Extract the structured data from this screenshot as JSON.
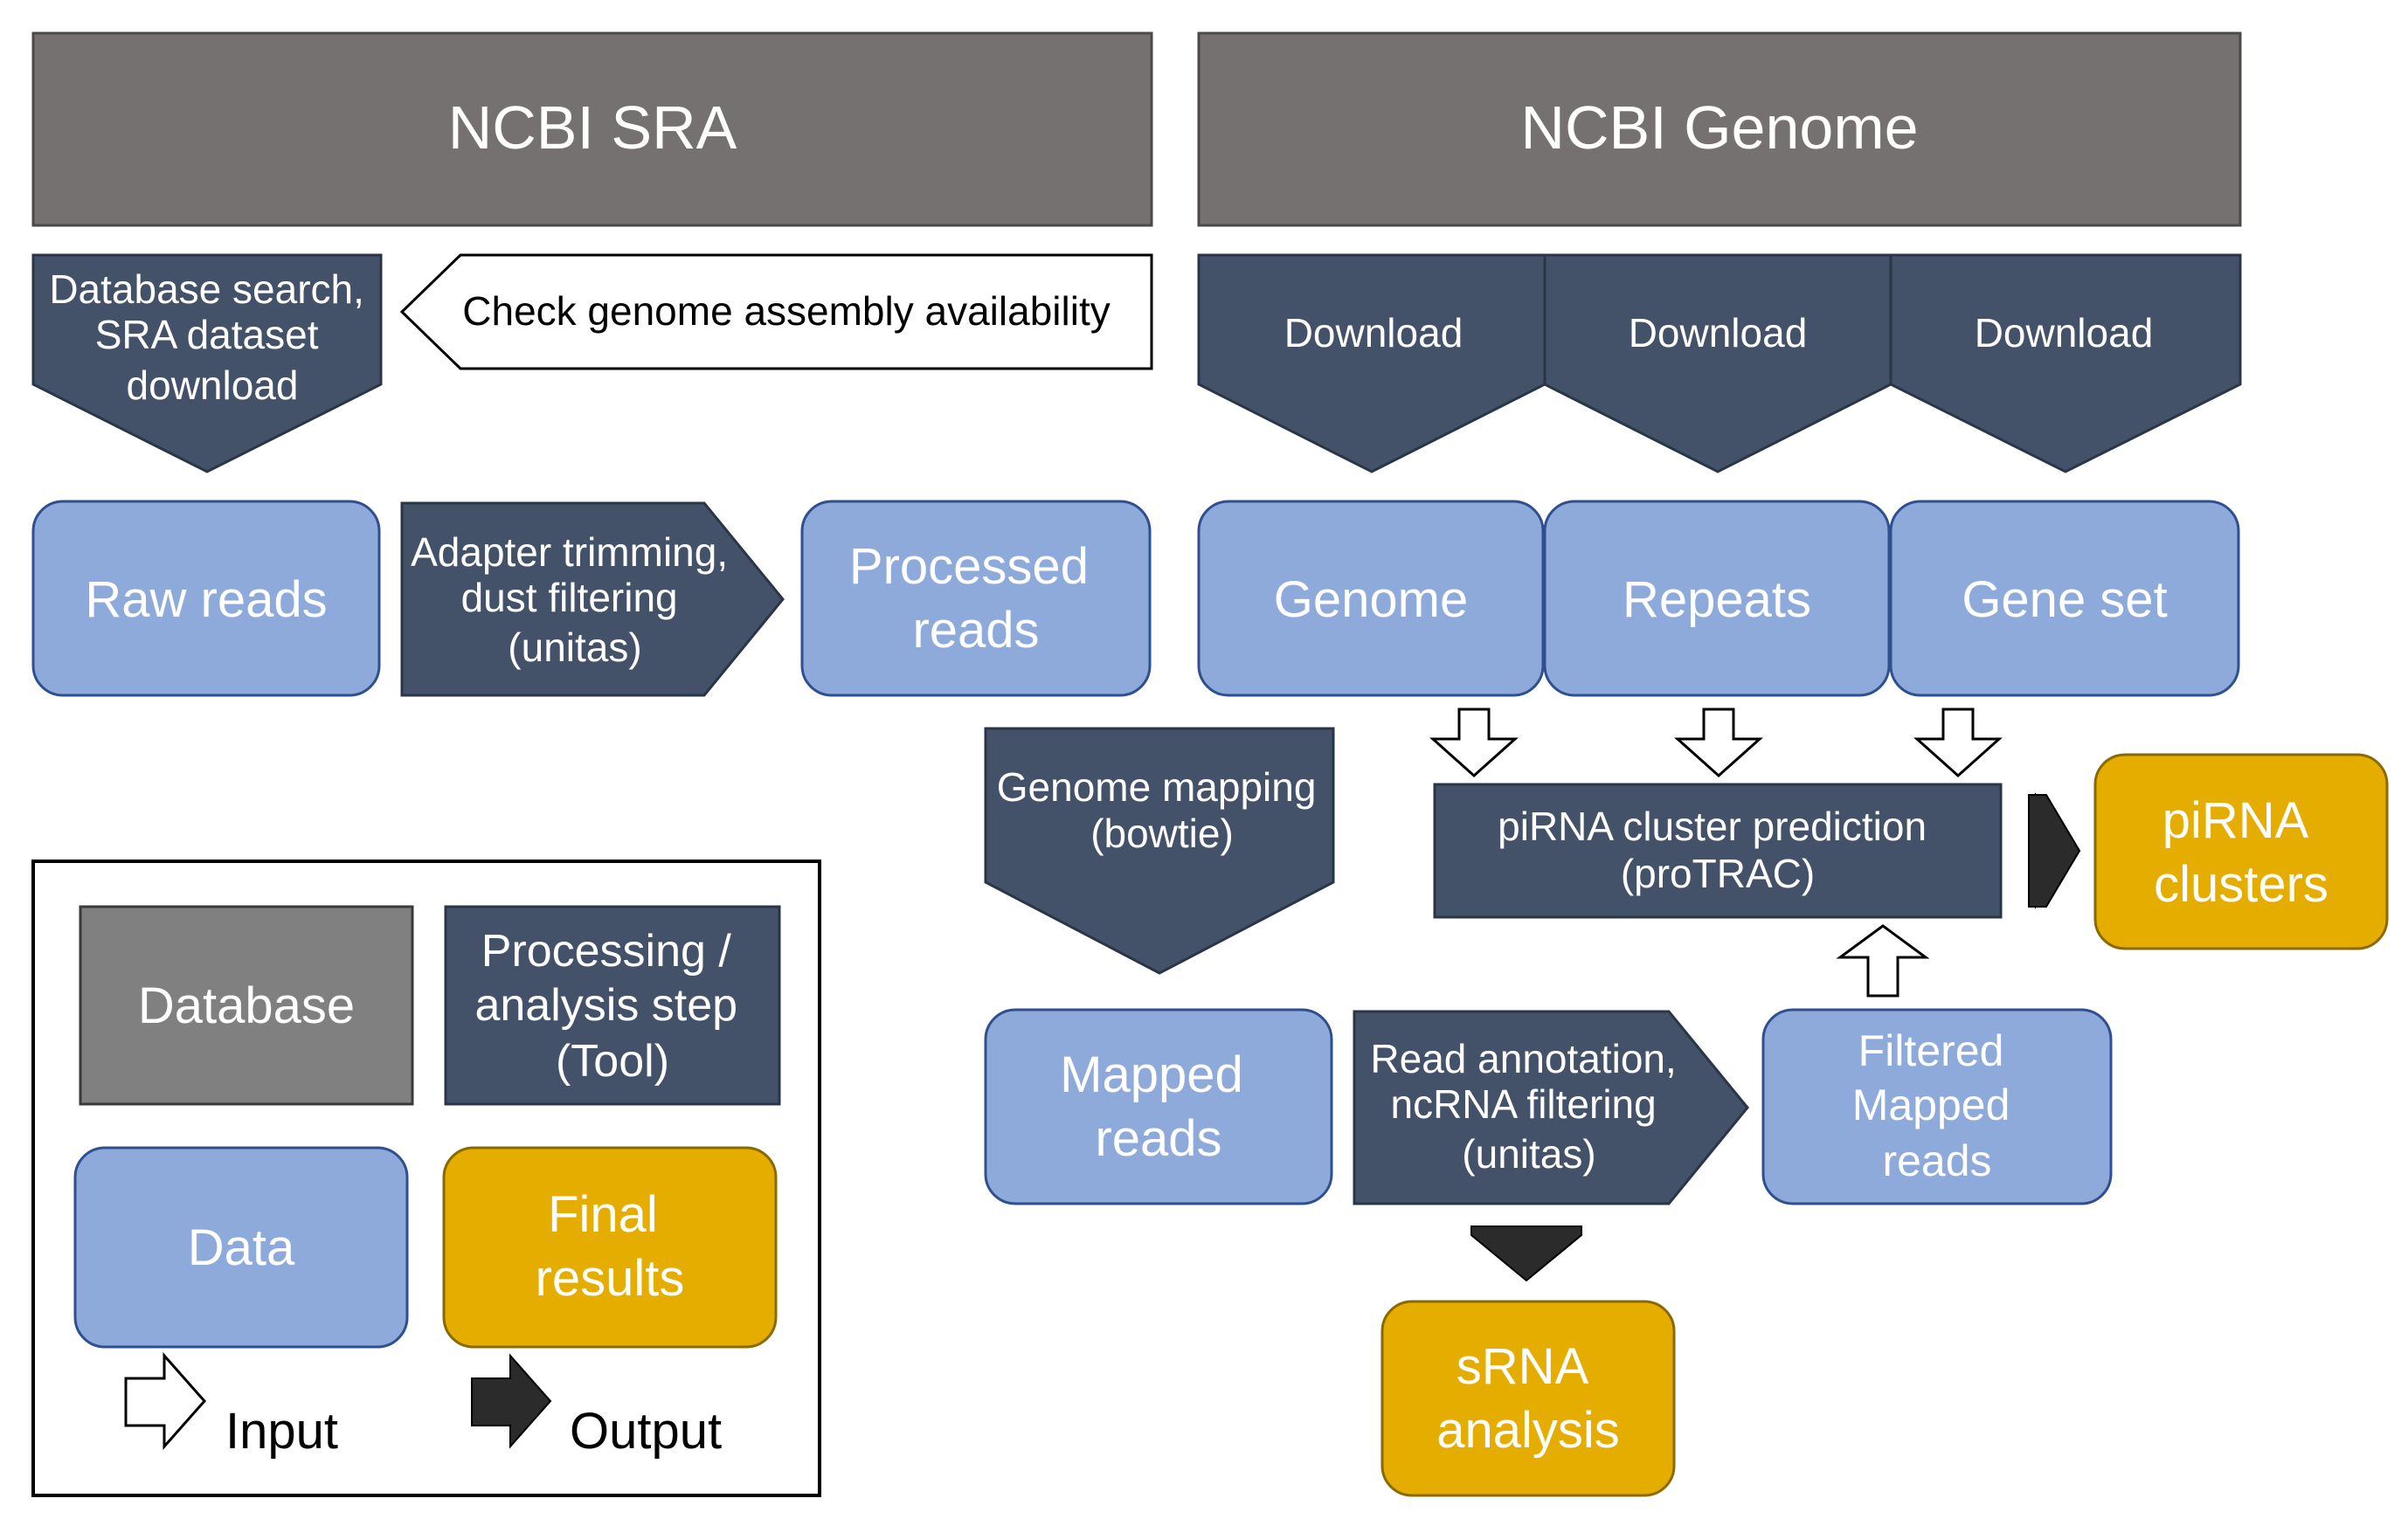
{
  "databases": {
    "sra": "NCBI SRA",
    "genome": "NCBI Genome"
  },
  "steps": {
    "db_search": [
      "Database search,",
      "SRA dataset",
      "download"
    ],
    "check_genome": "Check genome assembly availability",
    "download": [
      "Download",
      "Download",
      "Download"
    ],
    "adapter": [
      "Adapter trimming,",
      "dust filtering",
      "(unitas)"
    ],
    "genome_mapping": [
      "Genome mapping",
      "(bowtie)"
    ],
    "pirna_prediction": [
      "piRNA cluster prediction",
      "(proTRAC)"
    ],
    "read_annotation": [
      "Read annotation,",
      "ncRNA filtering",
      "(unitas)"
    ]
  },
  "data_nodes": {
    "raw_reads": "Raw reads",
    "processed_reads": [
      "Processed",
      "reads"
    ],
    "genome": "Genome",
    "repeats": "Repeats",
    "gene_set": "Gene set",
    "mapped_reads": [
      "Mapped",
      "reads"
    ],
    "filtered_mapped_reads": [
      "Filtered",
      "Mapped",
      "reads"
    ]
  },
  "final_nodes": {
    "pirna_clusters": [
      "piRNA",
      "clusters"
    ],
    "srna_analysis": [
      "sRNA",
      "analysis"
    ]
  },
  "legend": {
    "database": "Database",
    "step": [
      "Processing /",
      "analysis step",
      "(Tool)"
    ],
    "data": "Data",
    "final": [
      "Final",
      "results"
    ],
    "input": "Input",
    "output": "Output"
  },
  "colors": {
    "database": "#757170",
    "step": "#435269",
    "data": "#8eaadb",
    "final": "#e4ad00"
  }
}
